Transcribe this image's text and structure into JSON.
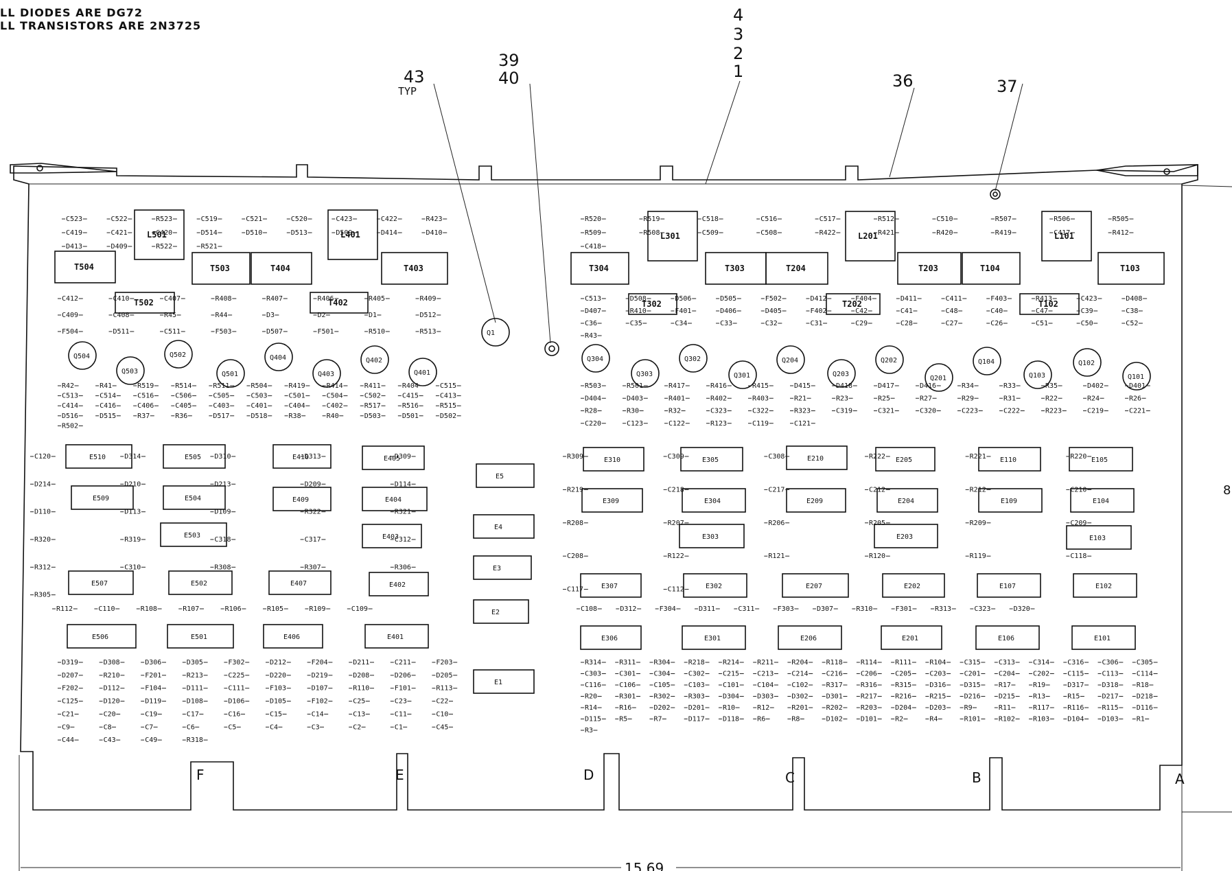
{
  "notes": [
    "LL DIODES ARE DG72",
    "LL TRANSISTORS ARE 2N3725"
  ],
  "callouts": [
    {
      "id": "c43",
      "lines": [
        "43",
        "TYP"
      ]
    },
    {
      "id": "c39",
      "lines": [
        "39",
        "40"
      ]
    },
    {
      "id": "c4",
      "lines": [
        "4",
        "3",
        "2",
        "1"
      ]
    },
    {
      "id": "c36",
      "lines": [
        "36"
      ]
    },
    {
      "id": "c37",
      "lines": [
        "37"
      ]
    }
  ],
  "dimension": "15.69",
  "edge_letters": [
    "F",
    "E",
    "D",
    "C",
    "B",
    "A"
  ],
  "margin_mark": "8",
  "inductors": [
    "L501",
    "L401",
    "L301",
    "L201",
    "L101"
  ],
  "transformers": [
    "T504",
    "T503",
    "T404",
    "T403",
    "T502",
    "T402",
    "T304",
    "T303",
    "T204",
    "T203",
    "T104",
    "T103",
    "T302",
    "T202",
    "T102"
  ],
  "transistors": [
    "Q504",
    "Q503",
    "Q502",
    "Q501",
    "Q404",
    "Q403",
    "Q402",
    "Q401",
    "Q1",
    "Q304",
    "Q303",
    "Q302",
    "Q301",
    "Q204",
    "Q203",
    "Q202",
    "Q201",
    "Q104",
    "Q103",
    "Q102",
    "Q101"
  ],
  "ics": [
    "E510",
    "E505",
    "E410",
    "E405",
    "E5",
    "E310",
    "E305",
    "E210",
    "E205",
    "E110",
    "E105",
    "E509",
    "E504",
    "E409",
    "E404",
    "E4",
    "E309",
    "E304",
    "E209",
    "E204",
    "E109",
    "E104",
    "E503",
    "E403",
    "E303",
    "E203",
    "E103",
    "E507",
    "E502",
    "E407",
    "E402",
    "E3",
    "E307",
    "E302",
    "E207",
    "E202",
    "E107",
    "E102",
    "E2",
    "E506",
    "E501",
    "E406",
    "E401",
    "E306",
    "E301",
    "E206",
    "E201",
    "E106",
    "E101",
    "E1"
  ],
  "component_labels": [
    "C523",
    "C522",
    "R523",
    "C519",
    "C521",
    "C520",
    "C423",
    "C422",
    "R423",
    "C419",
    "C421",
    "C420",
    "D514",
    "D510",
    "D513",
    "D509",
    "D414",
    "D410",
    "D413",
    "D409",
    "R522",
    "R521",
    "R520",
    "R519",
    "C518",
    "C516",
    "C517",
    "R512",
    "C510",
    "R507",
    "R506",
    "R505",
    "R509",
    "R508",
    "C509",
    "C508",
    "R422",
    "R421",
    "R420",
    "R419",
    "C417",
    "R412",
    "C418",
    "C412",
    "C410",
    "C407",
    "R408",
    "R407",
    "R406",
    "R405",
    "R409",
    "C409",
    "C408",
    "R45",
    "R44",
    "D3",
    "D2",
    "D1",
    "D512",
    "F504",
    "D511",
    "C511",
    "F503",
    "D507",
    "F501",
    "R510",
    "R513",
    "C513",
    "D508",
    "D506",
    "D505",
    "F502",
    "D412",
    "F404",
    "D411",
    "C411",
    "F403",
    "R413",
    "C423",
    "D408",
    "D407",
    "R410",
    "F401",
    "D406",
    "D405",
    "F402",
    "C42",
    "C41",
    "C48",
    "C40",
    "C47",
    "C39",
    "C38",
    "C36",
    "C35",
    "C34",
    "C33",
    "C32",
    "C31",
    "C29",
    "C28",
    "C27",
    "C26",
    "C51",
    "C50",
    "C52",
    "R43",
    "R42",
    "R41",
    "R519",
    "R514",
    "R511",
    "R504",
    "R419",
    "R414",
    "R411",
    "R404",
    "C515",
    "C513",
    "C514",
    "C516",
    "C506",
    "C505",
    "C503",
    "C501",
    "C504",
    "C502",
    "C415",
    "C413",
    "C414",
    "C416",
    "C406",
    "C405",
    "C403",
    "C401",
    "C404",
    "C402",
    "R517",
    "R516",
    "R515",
    "D516",
    "D515",
    "R37",
    "R36",
    "D517",
    "D518",
    "R38",
    "R40",
    "D503",
    "D501",
    "D502",
    "R502",
    "R503",
    "R501",
    "R417",
    "R416",
    "R415",
    "D415",
    "D418",
    "D417",
    "D416",
    "R34",
    "R33",
    "R35",
    "D402",
    "D401",
    "D404",
    "D403",
    "R401",
    "R402",
    "R403",
    "R21",
    "R23",
    "R25",
    "R27",
    "R29",
    "R31",
    "R22",
    "R24",
    "R26",
    "R28",
    "R30",
    "R32",
    "C323",
    "C322",
    "R323",
    "C319",
    "C321",
    "C320",
    "C223",
    "C222",
    "R223",
    "C219",
    "C221",
    "C220",
    "C123",
    "C122",
    "R123",
    "C119",
    "C121",
    "C120",
    "D314",
    "D310",
    "D313",
    "D309",
    "D214",
    "D210",
    "D213",
    "D209",
    "D114",
    "D110",
    "D113",
    "D109",
    "R322",
    "R321",
    "R320",
    "R319",
    "C318",
    "C317",
    "C312",
    "R312",
    "C310",
    "R308",
    "R307",
    "R306",
    "R305",
    "R309",
    "C309",
    "C308",
    "R222",
    "R221",
    "R220",
    "R219",
    "C218",
    "C217",
    "C212",
    "R212",
    "C210",
    "R208",
    "R207",
    "R206",
    "R205",
    "R209",
    "C209",
    "C208",
    "R122",
    "R121",
    "R120",
    "R119",
    "C118",
    "C117",
    "C112",
    "R112",
    "C110",
    "R108",
    "R107",
    "R106",
    "R105",
    "R109",
    "C109",
    "C108",
    "D312",
    "F304",
    "D311",
    "C311",
    "F303",
    "D307",
    "R310",
    "F301",
    "R313",
    "C323",
    "D320",
    "D319",
    "D308",
    "D306",
    "D305",
    "F302",
    "D212",
    "F204",
    "D211",
    "C211",
    "F203",
    "D207",
    "R210",
    "F201",
    "R213",
    "C225",
    "D220",
    "D219",
    "D208",
    "D206",
    "D205",
    "F202",
    "D112",
    "F104",
    "D111",
    "C111",
    "F103",
    "D107",
    "R110",
    "F101",
    "R113",
    "C125",
    "D120",
    "D119",
    "D108",
    "D106",
    "D105",
    "F102",
    "C25",
    "C23",
    "C22",
    "C21",
    "C20",
    "C19",
    "C17",
    "C16",
    "C15",
    "C14",
    "C13",
    "C11",
    "C10",
    "C9",
    "C8",
    "C7",
    "C6",
    "C5",
    "C4",
    "C3",
    "C2",
    "C1",
    "C45",
    "C44",
    "C43",
    "C49",
    "R318",
    "R314",
    "R311",
    "R304",
    "R218",
    "R214",
    "R211",
    "R204",
    "R118",
    "R114",
    "R111",
    "R104",
    "C315",
    "C313",
    "C314",
    "C316",
    "C306",
    "C305",
    "C303",
    "C301",
    "C304",
    "C302",
    "C215",
    "C213",
    "C214",
    "C216",
    "C206",
    "C205",
    "C203",
    "C201",
    "C204",
    "C202",
    "C115",
    "C113",
    "C114",
    "C116",
    "C106",
    "C105",
    "C103",
    "C101",
    "C104",
    "C102",
    "R317",
    "R316",
    "R315",
    "D316",
    "D315",
    "R17",
    "R19",
    "D317",
    "D318",
    "R18",
    "R20",
    "R301",
    "R302",
    "R303",
    "D304",
    "D303",
    "D302",
    "D301",
    "R217",
    "R216",
    "R215",
    "D216",
    "D215",
    "R13",
    "R15",
    "D217",
    "D218",
    "R14",
    "R16",
    "D202",
    "D201",
    "R10",
    "R12",
    "R201",
    "R202",
    "R203",
    "D204",
    "D203",
    "R9",
    "R11",
    "R117",
    "R116",
    "R115",
    "D116",
    "D115",
    "R5",
    "R7",
    "D117",
    "D118",
    "R6",
    "R8",
    "D102",
    "D101",
    "R2",
    "R4",
    "R101",
    "R102",
    "R103",
    "D104",
    "D103",
    "R1",
    "R3"
  ]
}
